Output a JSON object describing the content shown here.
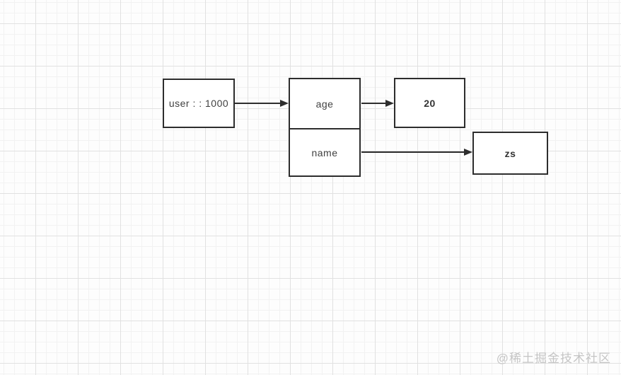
{
  "diagram": {
    "description_type": "hash-structure-diagram",
    "nodes": {
      "key": {
        "label": "user : : 1000"
      },
      "field_age": {
        "label": "age"
      },
      "field_name": {
        "label": "name"
      },
      "value_age": {
        "label": "20"
      },
      "value_name": {
        "label": "zs"
      }
    },
    "edges": [
      {
        "from": "key",
        "to": "field_age"
      },
      {
        "from": "field_age",
        "to": "value_age"
      },
      {
        "from": "field_name",
        "to": "value_name"
      }
    ]
  },
  "colors": {
    "canvas_background": "#fdfdfd",
    "grid_minor": "#f2f2f2",
    "grid_major": "#e1e1e1",
    "shape_border": "#2d2d2d",
    "shape_fill": "#ffffff",
    "label_text": "#404040",
    "arrow": "#2d2d2d",
    "watermark": "#c5c5c5"
  },
  "watermark": {
    "text": "@稀土掘金技术社区"
  }
}
